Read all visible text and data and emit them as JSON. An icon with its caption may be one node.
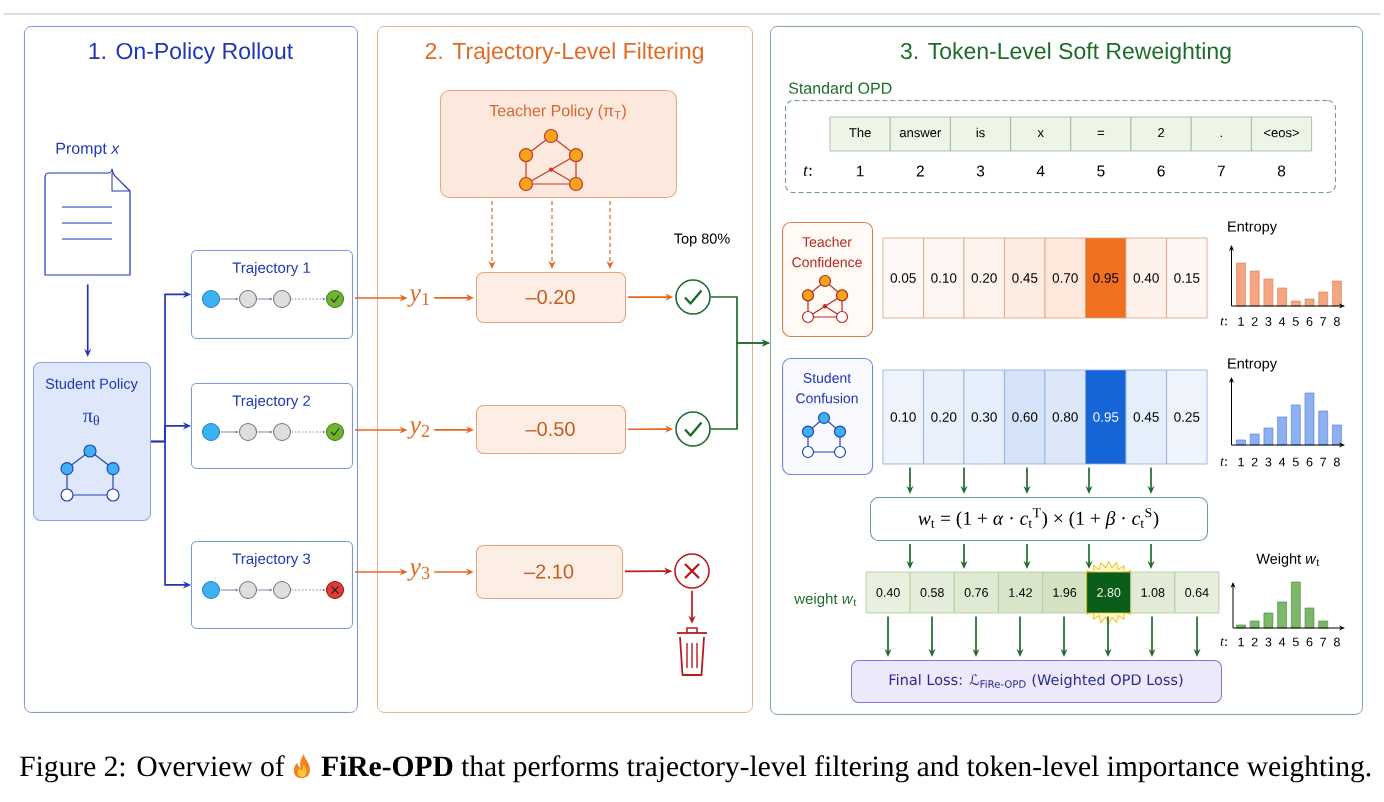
{
  "diagram": {
    "nodes": [
      {
        "text": [
          "1. On-Policy Rollout"
        ]
      },
      {
        "text": [
          "2. Trajectory-Level Filtering"
        ]
      },
      {
        "text": [
          "3. Token-Level Soft Reweighting"
        ]
      },
      {
        "text": [
          "Prompt *x*"
        ],
        "in": 0
      },
      {
        "text": [
          "Student Policy",
          "π$_{θ}$"
        ],
        "in": 0
      },
      {
        "text": [
          "Trajectory 1"
        ],
        "in": 0
      },
      {
        "text": [
          "Trajectory 2"
        ],
        "in": 0
      },
      {
        "text": [
          "Trajectory 3"
        ],
        "in": 0
      },
      {
        "text": [
          "Teacher Policy (π$_{T}$)"
        ],
        "in": 1
      },
      {
        "text": [
          "*y*$_{1}$"
        ],
        "in": 1
      },
      {
        "text": [
          "–0.20"
        ],
        "in": 1
      },
      {
        "text": [],
        "shape": "circle",
        "in": 1
      },
      {
        "text": [
          "*y*$_{2}$"
        ],
        "in": 1
      },
      {
        "text": [
          "–0.50"
        ],
        "in": 1
      },
      {
        "text": [],
        "shape": "circle",
        "in": 1
      },
      {
        "text": [
          "*y*$_{3}$"
        ],
        "in": 1
      },
      {
        "text": [
          "–2.10"
        ],
        "in": 1
      },
      {
        "text": [],
        "shape": "circle",
        "in": 1
      },
      {
        "text": [],
        "shape": "picture",
        "in": 1
      },
      {
        "text": [
          "Standard OPD"
        ],
        "in": 2
      },
      {
        "text": [
          "Teacher Confidence"
        ],
        "in": 2
      },
      {
        "text": [
          "0.05",
          "0.10",
          "0.20",
          "0.45",
          "0.70",
          "0.95",
          "0.40",
          "0.15"
        ],
        "in": 2
      },
      {
        "text": [
          "Student Confusion"
        ],
        "in": 2
      },
      {
        "text": [
          "0.10",
          "0.20",
          "0.30",
          "0.60",
          "0.80",
          "0.95",
          "0.45",
          "0.25"
        ],
        "in": 2
      },
      {
        "text": [
          "*w*$_{t}$ = (1 + *α* · *c*$_{t}$$^{T}$) × (1 + *β* · *c*$_{t}$$^{S}$)"
        ],
        "in": 2
      },
      {
        "text": [
          "0.40",
          "0.58",
          "0.76",
          "1.42",
          "1.96",
          "2.80",
          "1.08",
          "0.64"
        ],
        "beside": [
          "weight *w*$_{t}$"
        ],
        "in": 2
      },
      {
        "text": [
          "Final Loss: ℒ$_{FiRe-OPD}$ (Weighted OPD Loss)"
        ],
        "in": 2
      }
    ],
    "edges": [
      {
        "from": 3,
        "to": 4,
        "arrow": "to",
        "color": "#1f37b5"
      },
      {
        "from": 4,
        "to": 5,
        "arrow": "to",
        "color": "#1f37b5"
      },
      {
        "from": 4,
        "to": 6,
        "arrow": "to",
        "color": "#1f37b5"
      },
      {
        "from": 4,
        "to": 7,
        "arrow": "to",
        "color": "#1f37b5"
      },
      {
        "from": 5,
        "to": 9,
        "arrow": "to",
        "color": "#e8661c"
      },
      {
        "from": 9,
        "to": 10,
        "arrow": "to",
        "color": "#e8661c"
      },
      {
        "from": 6,
        "to": 12,
        "arrow": "to",
        "color": "#e8661c"
      },
      {
        "from": 12,
        "to": 13,
        "arrow": "to",
        "color": "#e8661c"
      },
      {
        "from": 7,
        "to": 15,
        "arrow": "to",
        "color": "#e8661c"
      },
      {
        "from": 15,
        "to": 16,
        "arrow": "to",
        "color": "#e8661c"
      },
      {
        "from": 8,
        "to": 10,
        "arrow": "to",
        "style": "dashed",
        "color": "#e8661c"
      },
      {
        "from": 8,
        "to": 10,
        "arrow": "to",
        "style": "dashed",
        "color": "#e8661c"
      },
      {
        "from": 8,
        "to": 10,
        "arrow": "to",
        "style": "dashed",
        "color": "#e8661c"
      },
      {
        "from": 10,
        "to": 11,
        "arrow": "to",
        "color": "#e8661c"
      },
      {
        "from": 13,
        "to": 14,
        "arrow": "to",
        "color": "#e8661c"
      },
      {
        "from": 16,
        "to": 17,
        "arrow": "to",
        "color": "#b71c1c"
      },
      {
        "from": 17,
        "to": 18,
        "arrow": "to",
        "color": "#b71c1c"
      },
      {
        "from": 11,
        "to": 2,
        "arrow": "to"
      },
      {
        "from": 14,
        "to": 2,
        "arrow": "to"
      },
      {
        "from": 23,
        "to": 24,
        "arrow": "to"
      },
      {
        "from": 23,
        "to": 24,
        "arrow": "to"
      },
      {
        "from": 23,
        "to": 24,
        "arrow": "to"
      },
      {
        "from": 23,
        "to": 24,
        "arrow": "to"
      },
      {
        "from": 23,
        "to": 24,
        "arrow": "to"
      },
      {
        "from": 24,
        "to": 25,
        "arrow": "to"
      },
      {
        "from": 24,
        "to": 25,
        "arrow": "to"
      },
      {
        "from": 24,
        "to": 25,
        "arrow": "to"
      },
      {
        "from": 24,
        "to": 25,
        "arrow": "to"
      },
      {
        "from": 24,
        "to": 25,
        "arrow": "to"
      },
      {
        "from": 25,
        "to": 26,
        "arrow": "to"
      },
      {
        "from": 25,
        "to": 26,
        "arrow": "to"
      },
      {
        "from": 25,
        "to": 26,
        "arrow": "to"
      },
      {
        "from": 25,
        "to": 26,
        "arrow": "to"
      },
      {
        "from": 25,
        "to": 26,
        "arrow": "to"
      },
      {
        "from": 25,
        "to": 26,
        "arrow": "to"
      },
      {
        "from": 25,
        "to": 26,
        "arrow": "to"
      },
      {
        "from": 25,
        "to": 26,
        "arrow": "to"
      }
    ],
    "labels": [
      "Top 80%",
      "The",
      "answer",
      "is",
      "x",
      "=",
      "2",
      ".",
      "<eos>",
      "*t*:",
      "1",
      "2",
      "3",
      "4",
      "5",
      "6",
      "7",
      "8",
      "Entropy",
      "*t*:",
      "1",
      "2",
      "3",
      "4",
      "5",
      "6",
      "7",
      "8",
      "Entropy",
      "*t*:",
      "1",
      "2",
      "3",
      "4",
      "5",
      "6",
      "7",
      "8",
      "Weight *w*$_{t}$",
      "*t*:",
      "1",
      "2",
      "3",
      "4",
      "5",
      "6",
      "7",
      "8"
    ],
    "caption": "Figure 2: Overview of **FiRe-OPD** that performs trajectory-level filtering and token-level importance weighting."
  }
}
